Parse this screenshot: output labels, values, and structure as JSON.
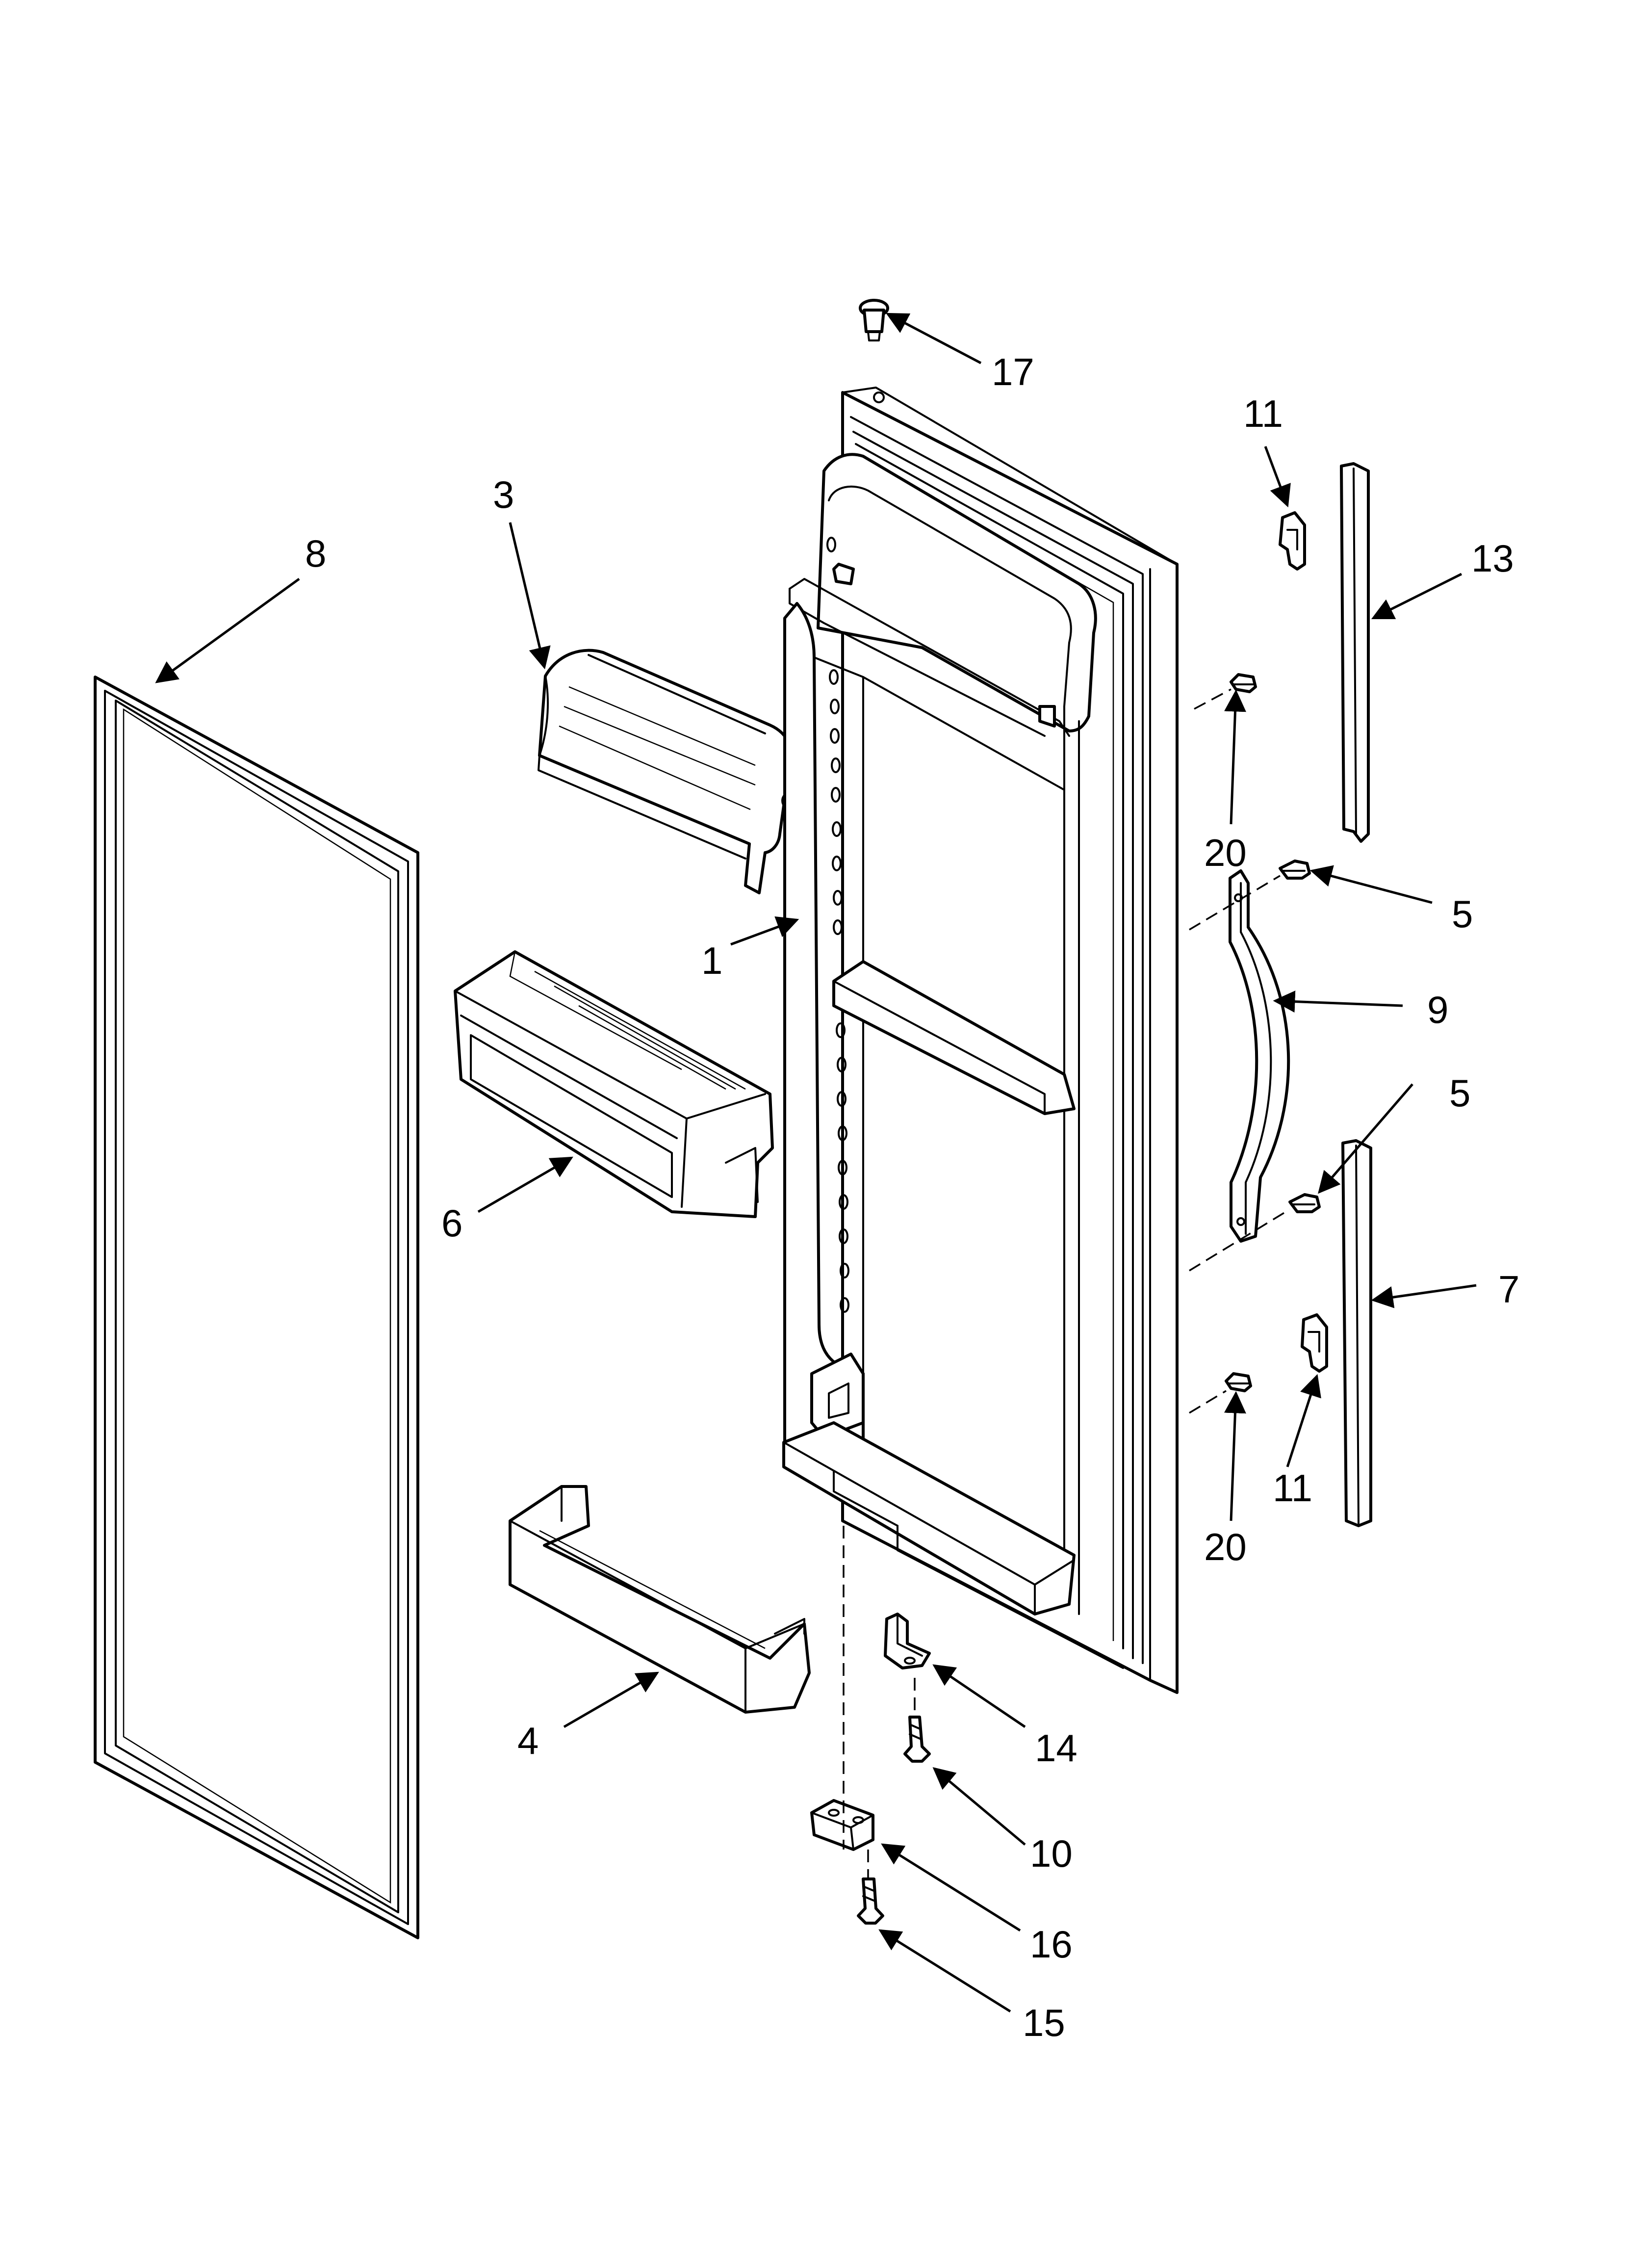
{
  "diagram": {
    "callouts": [
      {
        "id": "c17",
        "label": "17"
      },
      {
        "id": "c11a",
        "label": "11"
      },
      {
        "id": "c13",
        "label": "13"
      },
      {
        "id": "c3",
        "label": "3"
      },
      {
        "id": "c8",
        "label": "8"
      },
      {
        "id": "c20a",
        "label": "20"
      },
      {
        "id": "c5a",
        "label": "5"
      },
      {
        "id": "c1",
        "label": "1"
      },
      {
        "id": "c9",
        "label": "9"
      },
      {
        "id": "c5b",
        "label": "5"
      },
      {
        "id": "c6",
        "label": "6"
      },
      {
        "id": "c7",
        "label": "7"
      },
      {
        "id": "c11b",
        "label": "11"
      },
      {
        "id": "c20b",
        "label": "20"
      },
      {
        "id": "c14",
        "label": "14"
      },
      {
        "id": "c4",
        "label": "4"
      },
      {
        "id": "c10",
        "label": "10"
      },
      {
        "id": "c16",
        "label": "16"
      },
      {
        "id": "c15",
        "label": "15"
      }
    ]
  }
}
